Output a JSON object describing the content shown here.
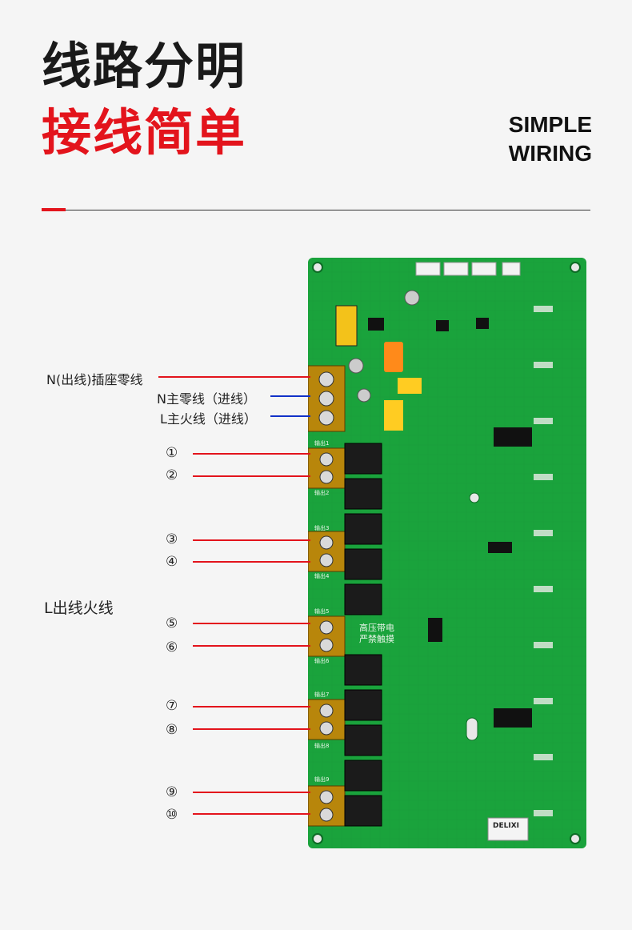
{
  "heading": {
    "line1": "线路分明",
    "line2": "接线简单",
    "en_line1": "SIMPLE",
    "en_line2": "WIRING"
  },
  "colors": {
    "accent_red": "#e3141c",
    "accent_blue": "#1232c8",
    "pcb_green": "#1aa33c"
  },
  "board": {
    "brand": "DELIXI",
    "text_high_voltage": "高压带电",
    "text_no_touch": "严禁触摸",
    "out_labels": [
      "输出1",
      "输出2",
      "输出3",
      "输出4",
      "输出5",
      "输出6",
      "输出7",
      "输出8",
      "输出9"
    ]
  },
  "labels": {
    "n_out_socket": "N(出线)插座零线",
    "n_main_in": "N主零线（进线）",
    "l_main_in": "L主火线（进线）",
    "l_out": "L出线火线"
  },
  "outputs": [
    "①",
    "②",
    "③",
    "④",
    "⑤",
    "⑥",
    "⑦",
    "⑧",
    "⑨",
    "⑩"
  ]
}
